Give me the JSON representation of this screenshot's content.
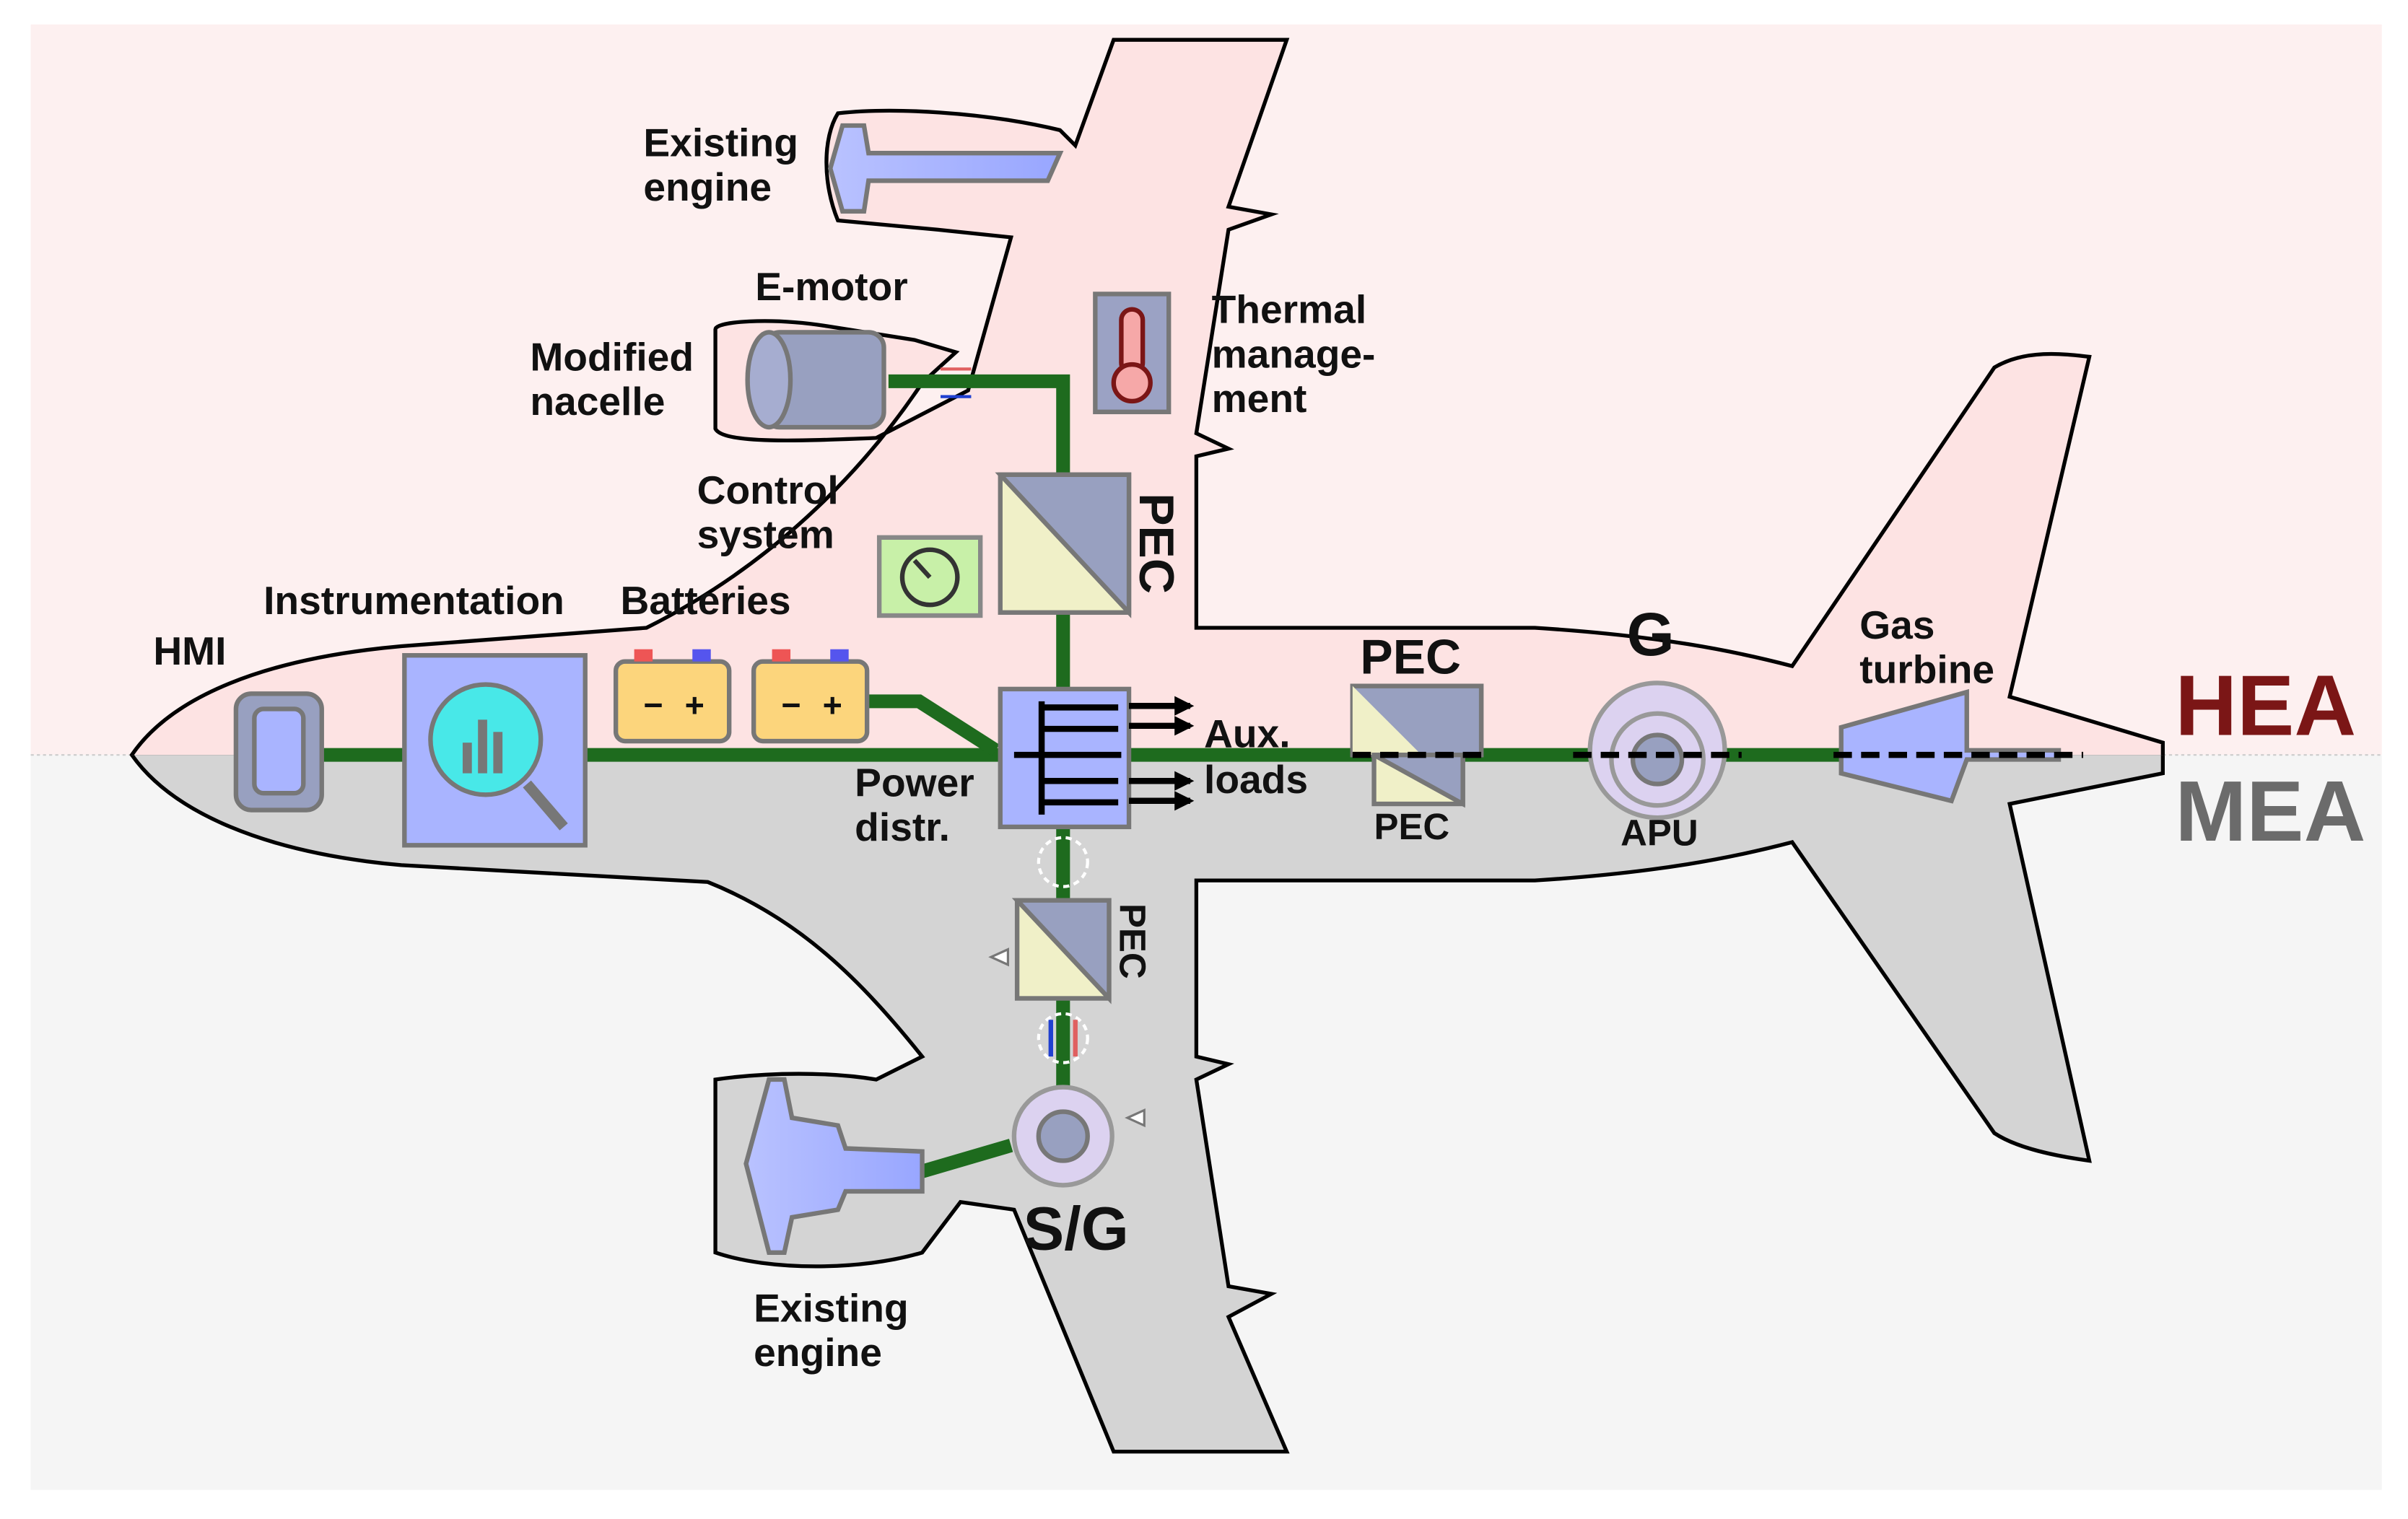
{
  "zones": {
    "upper": "HEA",
    "lower": "MEA"
  },
  "colors": {
    "hea_bg": "#fdf0f0",
    "mea_bg": "#f5f5f5",
    "hea_fuselage": "#fde3e3",
    "mea_fuselage": "#d4d4d4",
    "hea_text": "#7b1616",
    "mea_text": "#6b6b6b",
    "power_line": "#1e6b1e",
    "component_blue": "#a9b4ff",
    "component_gray": "#98a0c0",
    "converter_yellow": "#f0f0c8",
    "battery_yellow": "#fcd57c",
    "generator_lilac": "#dcd2f0"
  },
  "labels": {
    "existing_engine_top": [
      "Existing",
      "engine"
    ],
    "e_motor": "E-motor",
    "modified_nacelle": [
      "Modified",
      "nacelle"
    ],
    "thermal_management": [
      "Thermal",
      "manage-",
      "ment"
    ],
    "control_system": [
      "Control",
      "system"
    ],
    "instrumentation": "Instrumentation",
    "batteries": "Batteries",
    "hmi": "HMI",
    "pec_vertical_top": "PEC",
    "power_distr": [
      "Power",
      "distr."
    ],
    "aux_loads": [
      "Aux.",
      "loads"
    ],
    "pec_tail_top": "PEC",
    "pec_tail_bottom": "PEC",
    "generator": "G",
    "apu": "APU",
    "gas_turbine": [
      "Gas",
      "turbine"
    ],
    "pec_vertical_bottom": "PEC",
    "starter_generator": "S/G",
    "existing_engine_bottom": [
      "Existing",
      "engine"
    ]
  },
  "icons": [
    "engine-icon",
    "motor-icon",
    "thermometer-icon",
    "converter-icon",
    "distribution-icon",
    "gauge-icon",
    "magnifier-chart-icon",
    "battery-icon",
    "hmi-icon",
    "generator-icon",
    "turbine-icon"
  ]
}
